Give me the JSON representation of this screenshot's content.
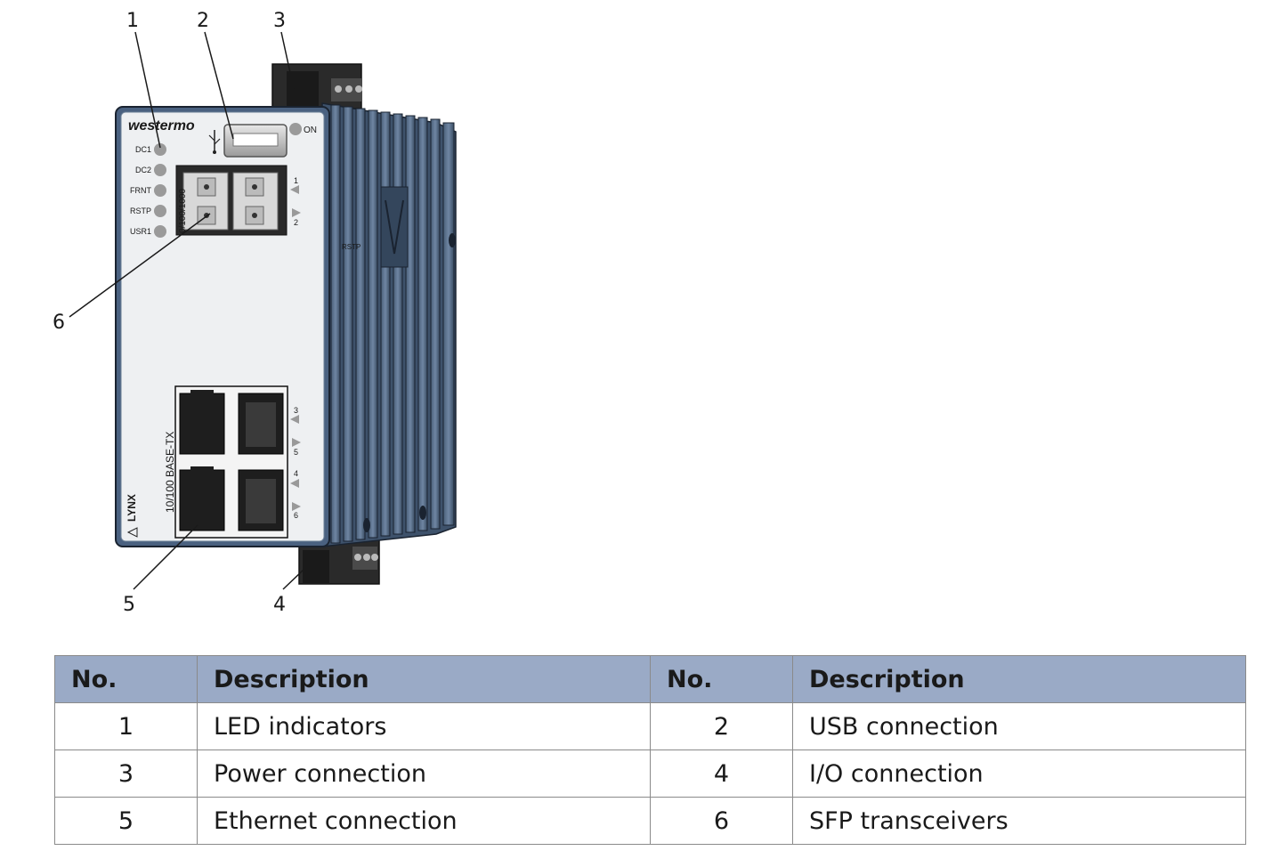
{
  "diagram": {
    "callouts": [
      "1",
      "2",
      "3",
      "4",
      "5",
      "6"
    ],
    "brand_logo_text": "westermo",
    "power_label": "ON",
    "led_labels": [
      "DC1",
      "DC2",
      "FRNT",
      "RSTP",
      "USR1"
    ],
    "sfp_vertical_label": "0/100/1000",
    "sfp_port_numbers": [
      "1",
      "2"
    ],
    "side_label": "RSTP",
    "ethernet_vertical_label": "10/100 BASE-TX",
    "ethernet_port_numbers": [
      "3",
      "5",
      "4",
      "6"
    ],
    "product_label": "LYNX",
    "icons": [
      "usb-icon",
      "led-indicator",
      "rj45-port",
      "sfp-port",
      "din-rail-clip",
      "terminal-block"
    ]
  },
  "table": {
    "headers": [
      "No.",
      "Description",
      "No.",
      "Description"
    ],
    "rows": [
      {
        "n1": "1",
        "d1": "LED indicators",
        "n2": "2",
        "d2": "USB connection"
      },
      {
        "n1": "3",
        "d1": "Power connection",
        "n2": "4",
        "d2": "I/O connection"
      },
      {
        "n1": "5",
        "d1": "Ethernet connection",
        "n2": "6",
        "d2": "SFP transceivers"
      }
    ],
    "header_color": "#9aaac6"
  }
}
